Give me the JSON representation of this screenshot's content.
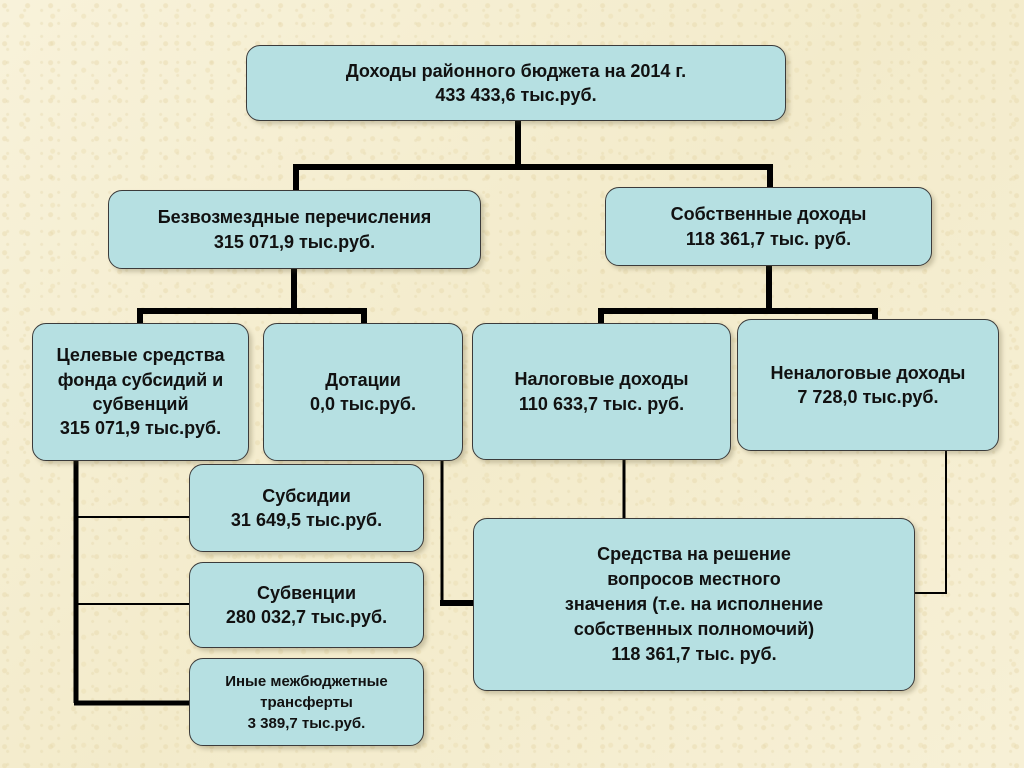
{
  "diagram": {
    "root": {
      "text": "Доходы районного  бюджета на 2014 г.\n433 433,6 тыс.руб."
    },
    "gratuitous": {
      "text": "Безвозмездные перечисления\n315 071,9 тыс.руб."
    },
    "own": {
      "text": "Собственные доходы\n118 361,7 тыс. руб."
    },
    "targeted": {
      "text": "Целевые средства\nфонда субсидий и\nсубвенций\n315 071,9 тыс.руб."
    },
    "grants": {
      "text": "Дотации\n0,0 тыс.руб."
    },
    "tax": {
      "text": "Налоговые доходы\n110 633,7 тыс. руб."
    },
    "nontax": {
      "text": "Неналоговые доходы\n7 728,0 тыс.руб."
    },
    "subsidies": {
      "text": "Субсидии\n31 649,5 тыс.руб."
    },
    "subventions": {
      "text": "Субвенции\n280 032,7 тыс.руб."
    },
    "other_transfers": {
      "text": "Иные межбюджетные\nтрансферты\n3 389,7 тыс.руб."
    },
    "local_funds": {
      "text": "Средства на решение\nвопросов местного\nзначения (т.е. на исполнение\nсобственных полномочий)\n118 361,7 тыс. руб."
    }
  },
  "colors": {
    "box_fill": "#b6e0e2",
    "box_border": "#3b3b3b",
    "connector": "#000000",
    "background": "#f6efd2"
  }
}
